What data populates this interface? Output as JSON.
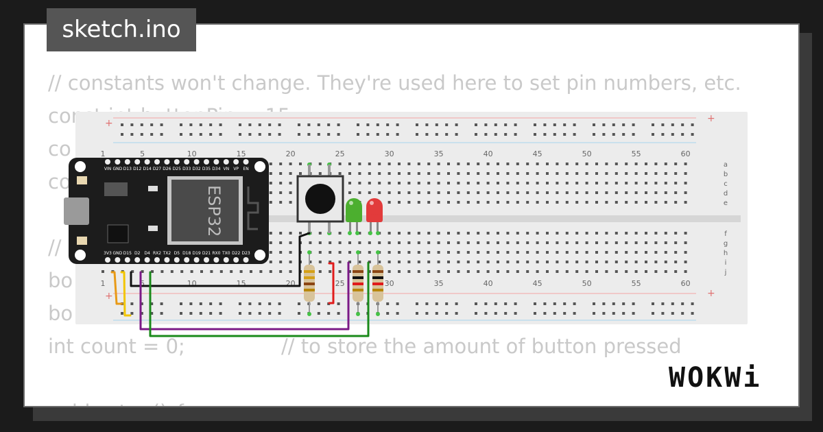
{
  "file_tab": {
    "label": "sketch.ino"
  },
  "code": [
    {
      "text": "// constants won't change. They're used here to set pin numbers, etc.",
      "comment": ""
    },
    {
      "text": "const int buttonPin = 15;",
      "comment": ""
    },
    {
      "text": "co",
      "comment": ""
    },
    {
      "text": "co",
      "comment": ""
    },
    {
      "text": "",
      "comment": ""
    },
    {
      "text": "//",
      "comment": ""
    },
    {
      "text": "bo",
      "comment": ""
    },
    {
      "text": "bo",
      "comment": ""
    },
    {
      "text": "int count = 0;",
      "comment": "// to store the amount of button pressed"
    },
    {
      "text": "",
      "comment": ""
    },
    {
      "text": "void setup() {",
      "comment": ""
    }
  ],
  "breadboard": {
    "rail_signs": [
      "+",
      "+",
      "+",
      "+"
    ],
    "column_labels": [
      "1",
      "5",
      "10",
      "15",
      "20",
      "25",
      "30",
      "35",
      "40",
      "45",
      "50",
      "55",
      "60"
    ],
    "row_labels_top": [
      "a",
      "b",
      "c",
      "d",
      "e"
    ],
    "row_labels_bottom": [
      "f",
      "g",
      "h",
      "i",
      "j"
    ]
  },
  "esp32": {
    "chip_label": "ESP32",
    "top_pins": [
      "VIN",
      "GND",
      "D13",
      "D12",
      "D14",
      "D27",
      "D26",
      "D25",
      "D33",
      "D32",
      "D35",
      "D34",
      "VN",
      "VP",
      "EN"
    ],
    "bottom_pins": [
      "3V3",
      "GND",
      "D15",
      "D2",
      "D4",
      "RX2",
      "TX2",
      "D5",
      "D18",
      "D19",
      "D21",
      "RX0",
      "TX0",
      "D22",
      "D23"
    ]
  },
  "colors": {
    "green_led": "#4caf2f",
    "red_led": "#e23b3b",
    "wire_black": "#111111",
    "wire_purple": "#7b1a86",
    "wire_green": "#1a8a1a",
    "wire_red": "#e01b1b",
    "wire_yellow": "#f2c500",
    "wire_orange": "#e89a17"
  },
  "brand": {
    "logo": "WOKWi"
  }
}
